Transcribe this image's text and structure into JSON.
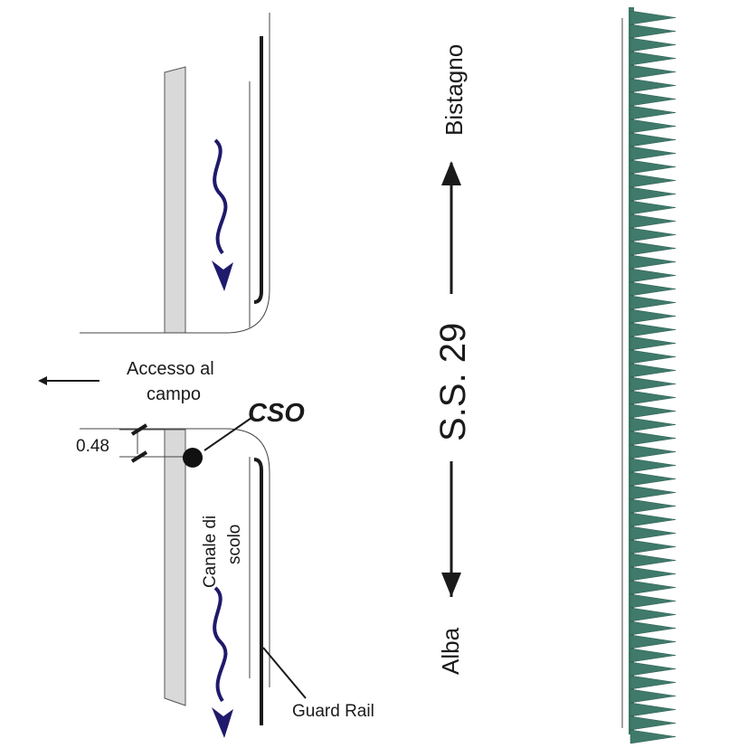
{
  "labels": {
    "access": [
      "Accesso al",
      "campo"
    ],
    "cso": "CSO",
    "dimension": "0.48",
    "canal": [
      "Canale di",
      "scolo"
    ],
    "guard_rail": "Guard Rail",
    "road": "S.S. 29",
    "north_dest": "Bistagno",
    "south_dest": "Alba"
  },
  "colors": {
    "line": "#1a1a1a",
    "flow_arrow": "#1f1a6b",
    "pavement": "#d9d9d9",
    "hedge": "#3f7a6a"
  }
}
